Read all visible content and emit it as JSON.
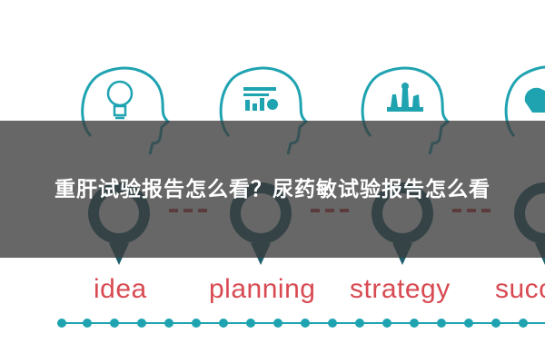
{
  "overlay": {
    "title": "重肝试验报告怎么看？尿药敏试验报告怎么看"
  },
  "stages": [
    {
      "label": "idea",
      "icon": "lightbulb-icon"
    },
    {
      "label": "planning",
      "icon": "chart-icon"
    },
    {
      "label": "strategy",
      "icon": "chess-icon"
    },
    {
      "label": "succ",
      "icon": "head-icon"
    }
  ],
  "colors": {
    "teal": "#1fa3b1",
    "dark_teal": "#1f5e6b",
    "label_red": "#d84a52",
    "dash_red": "#c8393c",
    "overlay": "#3c3c3c"
  }
}
